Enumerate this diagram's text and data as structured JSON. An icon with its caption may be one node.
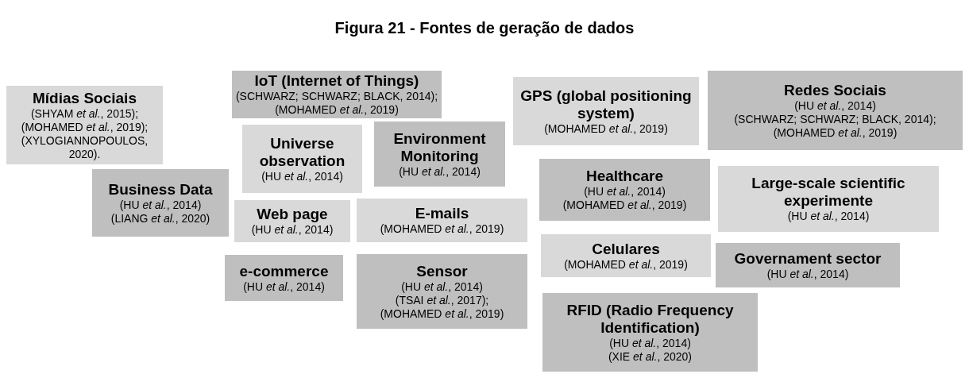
{
  "diagram": {
    "title": "Figura 21 - Fontes de geração de dados",
    "nodes": [
      {
        "text": [
          "IoT (Internet of Things)",
          "(SCHWARZ; SCHWARZ; BLACK, 2014);",
          "(MOHAMED *et al.*, 2019)"
        ]
      },
      {
        "text": [
          "Redes Sociais",
          "(HU *et al.*, 2014)",
          "(SCHWARZ; SCHWARZ; BLACK, 2014);",
          "(MOHAMED *et al.*, 2019)"
        ]
      },
      {
        "text": [
          "GPS (global positioning system)",
          "(MOHAMED *et al.*, 2019)"
        ]
      },
      {
        "text": [
          "Mídias Sociais",
          "(SHYAM *et al.*, 2015);",
          "(MOHAMED *et al.*, 2019);",
          "(XYLOGIANNOPOULOS, 2020)."
        ]
      },
      {
        "text": [
          "Environment Monitoring",
          "(HU *et al.*, 2014)"
        ]
      },
      {
        "text": [
          "Universe observation",
          "(HU *et al.*, 2014)"
        ]
      },
      {
        "text": [
          "Healthcare",
          "(HU *et al.*, 2014)",
          "(MOHAMED *et al.*, 2019)"
        ]
      },
      {
        "text": [
          "Large-scale scientific experimente",
          "(HU *et al.*, 2014)"
        ]
      },
      {
        "text": [
          "Business Data",
          "(HU *et al.*, 2014)",
          "(LIANG *et al.*, 2020)"
        ]
      },
      {
        "text": [
          "E-mails",
          "(MOHAMED *et al.*, 2019)"
        ]
      },
      {
        "text": [
          "Web page",
          "(HU *et al.*, 2014)"
        ]
      },
      {
        "text": [
          "Celulares",
          "(MOHAMED *et al.*, 2019)"
        ]
      },
      {
        "text": [
          "Governament sector",
          "(HU *et al.*, 2014)"
        ]
      },
      {
        "text": [
          "e-commerce",
          "(HU *et al.*, 2014)"
        ]
      },
      {
        "text": [
          "Sensor",
          "(HU *et al.*, 2014)",
          "(TSAI *et al.*, 2017);",
          "(MOHAMED *et al.*, 2019)"
        ]
      },
      {
        "text": [
          "RFID (Radio Frequency Identification)",
          "(HU *et al.*, 2014)",
          "(XIE *et al.*, 2020)"
        ]
      }
    ]
  }
}
